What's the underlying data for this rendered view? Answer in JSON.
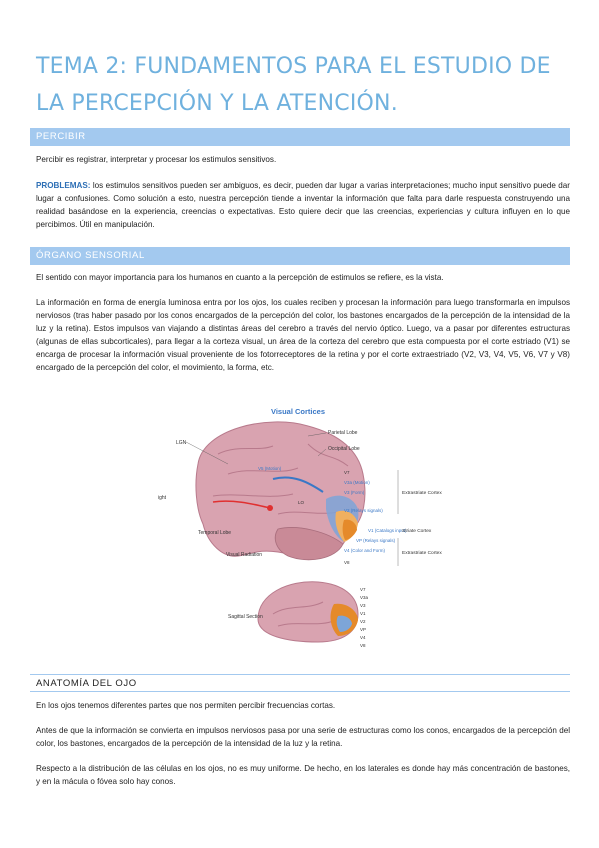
{
  "title": "TEMA 2: FUNDAMENTOS PARA EL ESTUDIO DE LA PERCEPCIÓN Y LA ATENCIÓN.",
  "sections": {
    "percibir": {
      "heading": "PERCIBIR",
      "p1": "Percibir es registrar, interpretar y procesar los estimulos sensitivos.",
      "p2_keyword": "PROBLEMAS:",
      "p2_text": " los estimulos sensitivos pueden ser ambiguos, es decir, pueden dar lugar a varias interpretaciones; mucho input sensitivo puede dar lugar a confusiones. Como solución a esto, nuestra percepción tiende a inventar la información que falta para darle respuesta construyendo una realidad basándose en la experiencia, creencias o expectativas. Esto quiere decir que las creencias, experiencias y cultura influyen en lo que percibimos. Útil en manipulación."
    },
    "organo": {
      "heading": "ÓRGANO SENSORIAL",
      "p1": "El sentido con mayor importancia para los humanos en cuanto a la percepción de estimulos se refiere, es la vista.",
      "p2": "La información en forma de energía luminosa entra por los ojos, los cuales reciben y procesan la información para luego transformarla en impulsos nerviosos (tras haber pasado por los conos encargados de la percepción del color, los bastones encargados de la percepción de la intensidad de la luz y la retina). Estos impulsos van viajando a distintas áreas del cerebro a través del nervio óptico. Luego, va a pasar por diferentes estructuras (algunas de ellas subcorticales), para llegar a la corteza visual, un área de la corteza del cerebro que esta compuesta por el corte estriado (V1) se encarga de procesar la información visual proveniente de los fotorreceptores de la retina y por el corte extraestriado (V2, V3, V4, V5, V6, V7 y V8) encargado de la percepción del color, el movimiento, la forma, etc."
    },
    "anatomia": {
      "heading": "ANATOMÍA DEL OJO",
      "p1": "En los ojos tenemos diferentes partes que nos permiten percibir frecuencias cortas.",
      "p2": "Antes de que la información se convierta en impulsos nerviosos pasa por una serie de estructuras como los conos, encargados de la percepción del color, los bastones, encargados de la percepción de la intensidad de la luz y la retina.",
      "p3": "Respecto a la distribución de las células en los ojos, no es muy uniforme. De hecho, en los laterales es donde hay más concentración de bastones, y en la mácula o fóvea solo hay conos."
    }
  },
  "figure": {
    "title": "Visual Cortices",
    "labels": {
      "lgn": "LGN",
      "light": "ight",
      "parietal": "Parietal Lobe",
      "occipital": "Occipital Lobe",
      "v5": "V5 (Motion)",
      "lo": "LO",
      "temporal": "Temporal Lobe",
      "radiation": "Visual Radiation",
      "v7": "V7",
      "v3a": "V3a (Motion)",
      "v3": "V3 (Form)",
      "v2": "V2 (Relays signals)",
      "v1": "V1 (Catalogs input)",
      "vp": "VP (Relays signals)",
      "v4": "V4 (Color and Form)",
      "v8": "V8",
      "extrastriate1": "Extrastriate Cortex",
      "striate": "Striate Cortex",
      "extrastriate2": "Extrastriate Cortex",
      "sagittal": "Sagittal Section"
    },
    "sagittal_labels": [
      "V7",
      "V3a",
      "V3",
      "V1",
      "V2",
      "VP",
      "V4",
      "V8"
    ],
    "colors": {
      "brain": "#d9a3b0",
      "brain_dark": "#b87a8c",
      "cerebellum": "#c98a97",
      "motion": "#3a78c6",
      "v1": "#e58a2a",
      "v2": "#f0b060",
      "v4": "#7da5d8"
    }
  }
}
